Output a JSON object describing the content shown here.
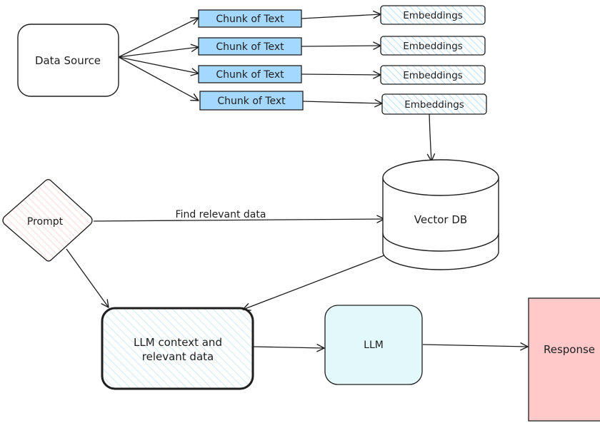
{
  "nodes": {
    "data_source": "Data Source",
    "chunks": [
      "Chunk of Text",
      "Chunk of Text",
      "Chunk of Text",
      "Chunk of Text"
    ],
    "embeddings": [
      "Embeddings",
      "Embeddings",
      "Embeddings",
      "Embeddings"
    ],
    "vector_db": "Vector DB",
    "prompt": "Prompt",
    "llm_context": [
      "LLM context and",
      "relevant data"
    ],
    "llm": "LLM",
    "response": "Response"
  },
  "edges": {
    "find_relevant": "Find relevant data"
  },
  "colors": {
    "stroke": "#1e1e1e",
    "chunk_fill": "#a5d8ff",
    "embed_hatch": "#a5d8ff",
    "prompt_hatch": "#ffc9c9",
    "context_hatch": "#c3e6f0",
    "llm_fill": "#e3f8fb",
    "response_fill": "#ffc9c9"
  }
}
